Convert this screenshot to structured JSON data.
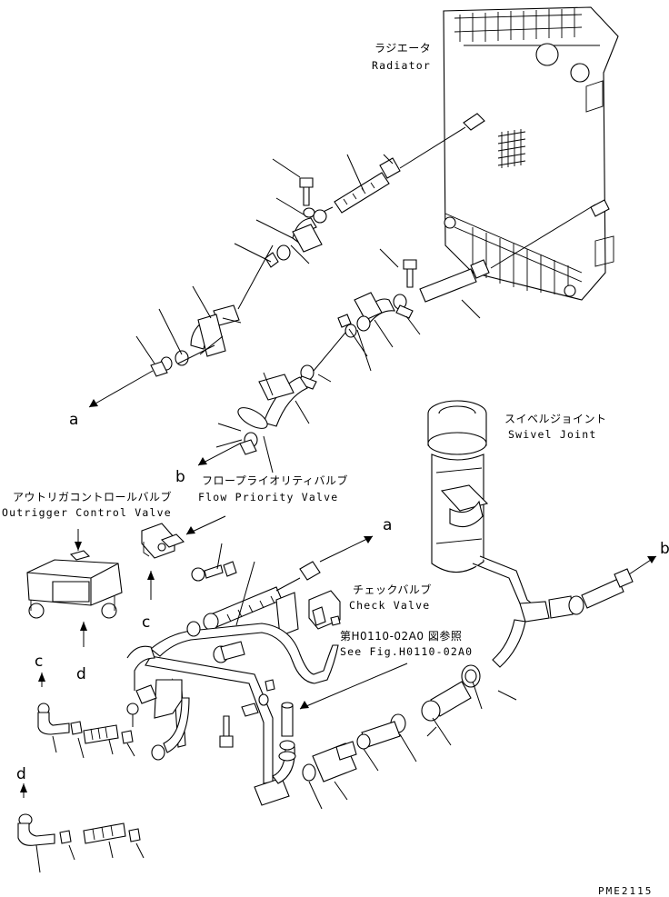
{
  "labels": {
    "radiator_jp": "ラジエータ",
    "radiator_en": "Radiator",
    "swivel_jp": "スイベルジョイント",
    "swivel_en": "Swivel Joint",
    "flow_jp": "フロープライオリティバルブ",
    "flow_en": "Flow Priority Valve",
    "outrigger_jp": "アウトリガコントロールバルブ",
    "outrigger_en": "Outrigger Control Valve",
    "check_jp": "チェックバルブ",
    "check_en": "Check Valve",
    "see_jp": "第H0110-02A0 図参照",
    "see_en": "See Fig.H0110-02A0"
  },
  "refs": {
    "a_left": "a",
    "b_left": "b",
    "a_right": "a",
    "b_right": "b",
    "c_upper": "c",
    "d_upper": "d",
    "c_lower": "c",
    "d_lower": "d"
  },
  "figure_code": "PME2115"
}
